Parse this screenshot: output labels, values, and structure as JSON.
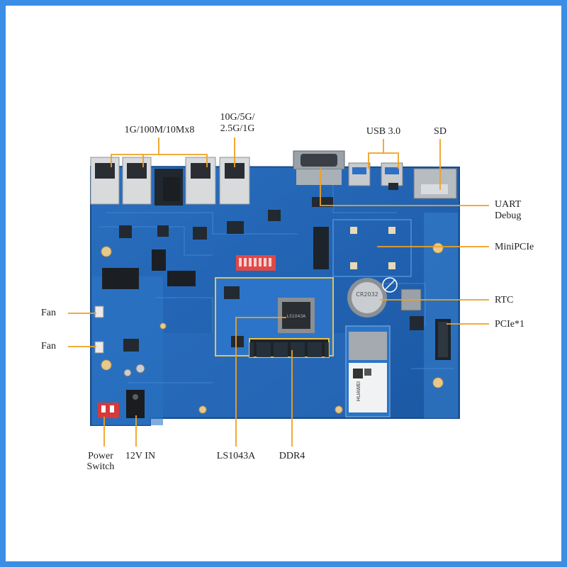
{
  "labels": {
    "ethernet_1g": "1G/100M/10Mx8",
    "ethernet_10g_line1": "10G/5G/",
    "ethernet_10g_line2": "2.5G/1G",
    "usb": "USB 3.0",
    "sd": "SD",
    "uart_line1": "UART",
    "uart_line2": "Debug",
    "minipcie": "MiniPCIe",
    "rtc": "RTC",
    "pcie": "PCIe*1",
    "fan_1": "Fan",
    "fan_2": "Fan",
    "power_line1": "Power",
    "power_line2": "Switch",
    "power_in": "12V IN",
    "cpu": "LS1043A",
    "memory": "DDR4"
  },
  "silkscreen": {
    "cpu_chip": "LS1043A",
    "coin_cell": "CR2032",
    "lte_brand": "HUAWEI"
  },
  "colors": {
    "frame_border": "#3a8ee6",
    "pcb": "#1f5fae",
    "leader_line": "#f0a020"
  }
}
